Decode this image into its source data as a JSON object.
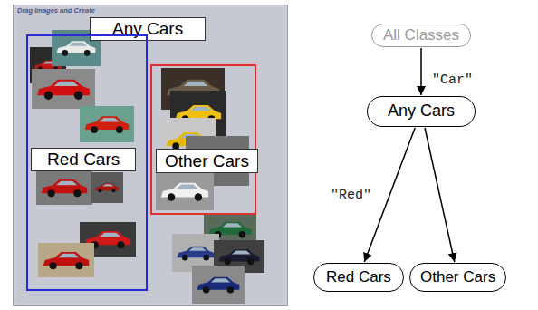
{
  "diagram": {
    "nodes": [
      {
        "text": [
          "Any Cars"
        ]
      },
      {
        "text": [
          "Red Cars"
        ],
        "in": 0
      },
      {
        "text": [
          "Other Cars"
        ],
        "in": 0
      },
      {
        "text": [
          "All Classes"
        ]
      },
      {
        "text": [
          "Any Cars"
        ]
      },
      {
        "text": [
          "Red Cars"
        ]
      },
      {
        "text": [
          "Other Cars"
        ]
      }
    ],
    "edges": [
      {
        "from": 3,
        "to": 4,
        "label": "\"Car\"",
        "arrow": "to"
      },
      {
        "from": 4,
        "to": 5,
        "label": "\"Red\"",
        "arrow": "to"
      },
      {
        "from": 4,
        "to": 6,
        "arrow": "to"
      }
    ],
    "labels": [
      "Drag Images and Create"
    ]
  }
}
